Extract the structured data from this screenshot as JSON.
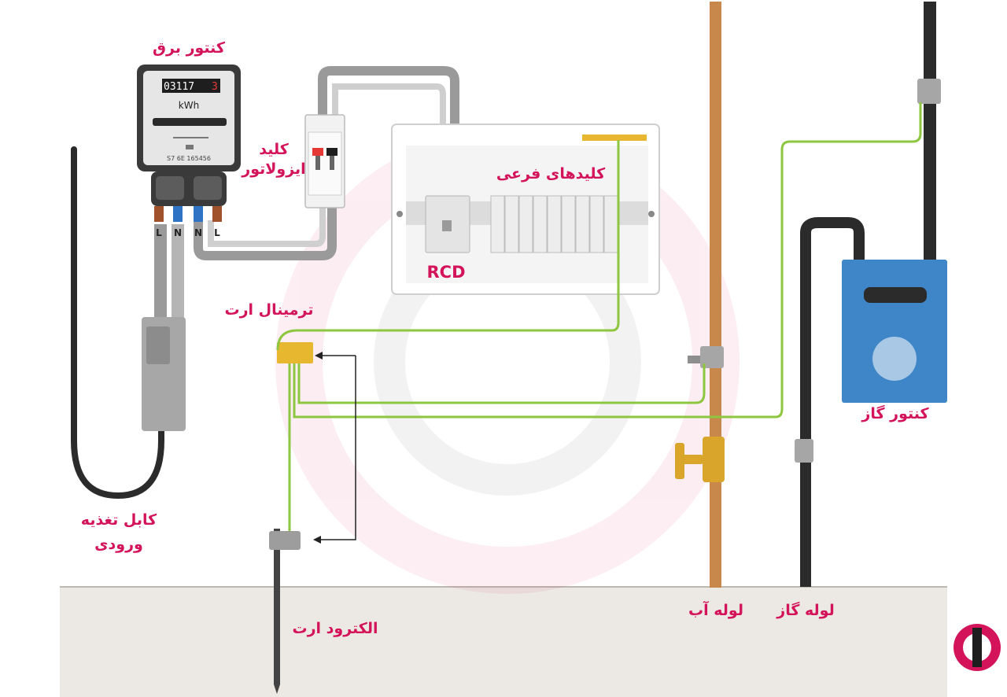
{
  "labels": {
    "electric_meter": "کنتور برق",
    "isolator_switch": "کلید ایزولاتور",
    "isolator_line1": "کلید",
    "isolator_line2": "ایزولاتور",
    "sub_switches": "کلیدهای فرعی",
    "rcd": "RCD",
    "earth_terminal": "ترمینال ارت",
    "supply_cable_line1": "کابل تغذیه",
    "supply_cable_line2": "ورودی",
    "earth_electrode": "الکترود ارت",
    "water_pipe": "لوله آب",
    "gas_pipe": "لوله گاز",
    "gas_meter": "کنتور گاز"
  },
  "meter": {
    "reading": "03117",
    "reading_last_digit": "3",
    "unit": "kWh",
    "serial": "S7 6E 165456",
    "terminals": [
      "L",
      "N",
      "N",
      "L"
    ]
  },
  "colors": {
    "label_pink": "#d4145a",
    "earth_wire": "#8dc63f",
    "copper_pipe": "#c8874b",
    "gas_meter_blue": "#3f86c9",
    "terminal_yellow": "#e8b730"
  }
}
